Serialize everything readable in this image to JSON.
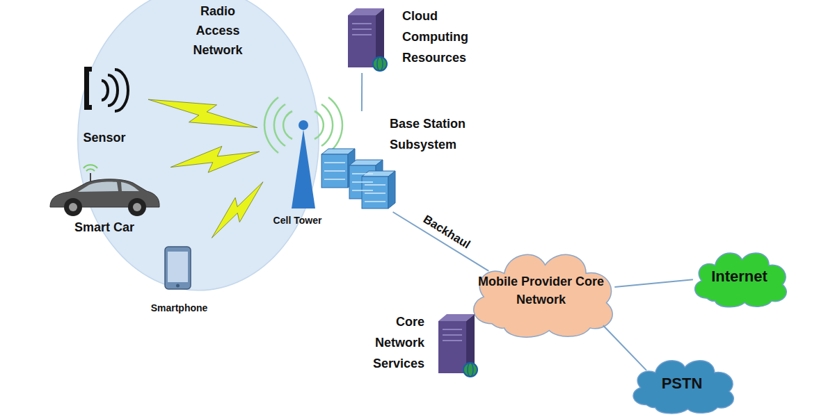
{
  "diagram": {
    "nodes": [
      {
        "text": [
          "Radio Access Network"
        ]
      },
      {
        "text": [
          "Sensor"
        ],
        "in": 0
      },
      {
        "text": [
          "Smart Car"
        ],
        "in": 0
      },
      {
        "text": [
          "Smartphone"
        ],
        "in": 0
      },
      {
        "text": [
          "Cell Tower"
        ],
        "in": 0
      },
      {
        "text": [
          "Cloud Computing Resources"
        ]
      },
      {
        "text": [
          "Base Station Subsystem"
        ]
      },
      {
        "text": [
          "Mobile Provider Core Network"
        ]
      },
      {
        "text": [
          "Core Network Services"
        ]
      },
      {
        "text": [
          "Internet"
        ]
      },
      {
        "text": [
          "PSTN"
        ]
      }
    ],
    "edges": [
      {
        "from": 1,
        "to": 4,
        "arrow": "none"
      },
      {
        "from": 2,
        "to": 4,
        "arrow": "none"
      },
      {
        "from": 3,
        "to": 4,
        "arrow": "none"
      },
      {
        "from": 5,
        "to": 6,
        "arrow": "none"
      },
      {
        "from": 6,
        "to": 7,
        "label": "Backhaul",
        "arrow": "none"
      },
      {
        "from": 7,
        "to": 9,
        "arrow": "none"
      },
      {
        "from": 7,
        "to": 10,
        "arrow": "none"
      }
    ]
  }
}
